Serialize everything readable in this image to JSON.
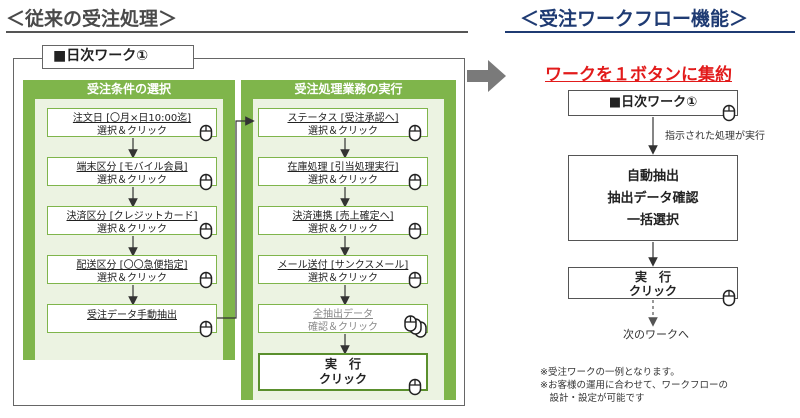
{
  "left_section": {
    "header": "＜従来の受注処理＞",
    "tab_label": "■日次ワーク①",
    "columns": {
      "left_title": "受注条件の選択",
      "right_title": "受注処理業務の実行"
    },
    "left_steps": [
      {
        "line1": "注文日 [〇月×日10:00迄]",
        "line2": "選択＆クリック"
      },
      {
        "line1": "端末区分 [モバイル会員]",
        "line2": "選択＆クリック"
      },
      {
        "line1": "決済区分 [クレジットカード]",
        "line2": "選択＆クリック"
      },
      {
        "line1": "配送区分 [〇〇急便指定]",
        "line2": "選択＆クリック"
      },
      {
        "line1": "受注データ手動抽出",
        "line2": ""
      }
    ],
    "right_steps": [
      {
        "line1": "ステータス [受注承認へ]",
        "line2": "選択＆クリック"
      },
      {
        "line1": "在庫処理 [引当処理実行]",
        "line2": "選択＆クリック"
      },
      {
        "line1": "決済連携 [売上確定へ]",
        "line2": "選択＆クリック"
      },
      {
        "line1": "メール送付 [サンクスメール]",
        "line2": "選択＆クリック"
      },
      {
        "line1": "全抽出データ",
        "line2": "確認＆クリック"
      },
      {
        "line1": "実　行",
        "line2": "クリック"
      }
    ]
  },
  "right_section": {
    "header": "＜受注ワークフロー機能＞",
    "title": "ワークを１ボタンに集約",
    "box1": "■日次ワーク①",
    "note1": "指示された処理が実行",
    "box2_lines": [
      "自動抽出",
      "抽出データ確認",
      "一括選択"
    ],
    "box3_line1": "実　行",
    "box3_line2": "クリック",
    "next_label": "次のワークへ",
    "footnotes": [
      "※受注ワークの一例となります。",
      "※お客様の運用に合わせて、ワークフローの",
      "　設計・設定が可能です"
    ]
  },
  "colors": {
    "green": "#7fb54b",
    "green_light": "#ecf3e2",
    "navy": "#1f3b73",
    "red": "#e21b1b",
    "gray_arrow": "#7a7a7a"
  },
  "icons": [
    "mouse-icon",
    "arrow-right-icon",
    "arrow-down-icon"
  ]
}
